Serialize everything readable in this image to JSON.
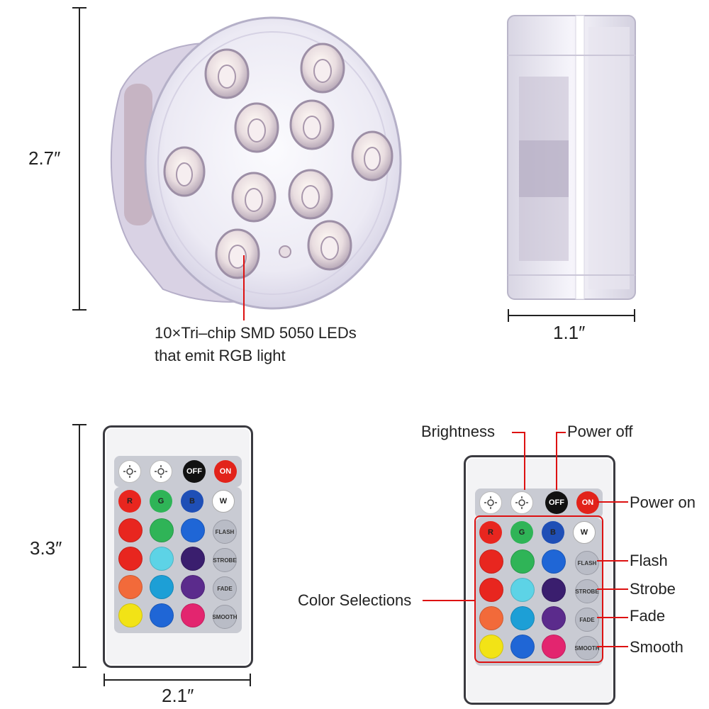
{
  "dimensions": {
    "light_height": "2.7″",
    "light_depth": "1.1″",
    "remote_height": "3.3″",
    "remote_width": "2.1″"
  },
  "led_caption": {
    "line1": "10×Tri–chip SMD 5050 LEDs",
    "line2": "that emit RGB light"
  },
  "remote": {
    "off_label": "OFF",
    "on_label": "ON",
    "r_label": "R",
    "g_label": "G",
    "b_label": "B",
    "w_label": "W",
    "flash_label": "FLASH",
    "strobe_label": "STROBE",
    "fade_label": "FADE",
    "smooth_label": "SMOOTH",
    "color_rows": [
      [
        "#e8261f",
        "#2fb457",
        "#1f66d6"
      ],
      [
        "#e8261f",
        "#5dd3e6",
        "#3a1e6e"
      ],
      [
        "#f26a3a",
        "#1d9fd6",
        "#5b2b8c"
      ],
      [
        "#f2e316",
        "#1f66d6",
        "#e3256f"
      ]
    ]
  },
  "callouts": {
    "brightness": "Brightness",
    "power_off": "Power off",
    "power_on": "Power on",
    "flash": "Flash",
    "strobe": "Strobe",
    "fade": "Fade",
    "smooth": "Smooth",
    "color_selections": "Color Selections"
  },
  "colors": {
    "callout_line": "#dd1111",
    "remote_border": "#3a3a40"
  }
}
